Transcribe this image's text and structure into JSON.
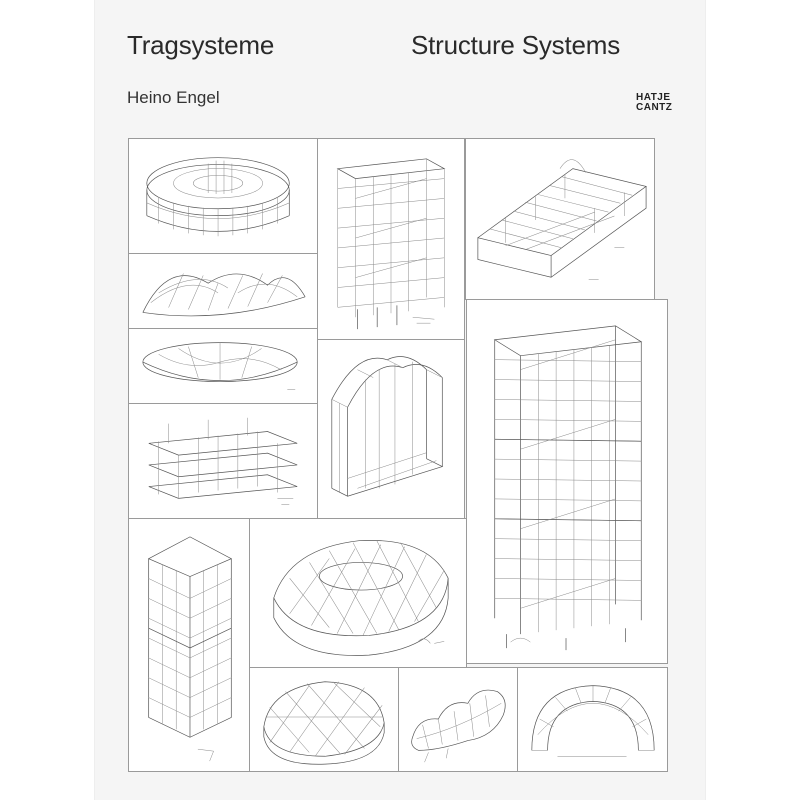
{
  "cover": {
    "title_de": "Tragsysteme",
    "title_en": "Structure Systems",
    "author": "Heino Engel",
    "publisher_line1": "HATJE",
    "publisher_line2": "CANTZ"
  },
  "colors": {
    "page_background": "#f5f5f5",
    "text": "#2a2a2a",
    "drawing_lines": "#555555",
    "panel_border": "#9a9a9a"
  },
  "illustrations": [
    "ring-structure",
    "frame-grid-tower",
    "rectangular-hall-frame",
    "double-dome-shell",
    "lens-shell-roof",
    "arched-tunnel-frame",
    "high-rise-frame-tower",
    "stepped-slab-frame",
    "tower-block",
    "grid-shell-dome",
    "geodesic-dome",
    "wavy-shell",
    "arch-vault"
  ]
}
